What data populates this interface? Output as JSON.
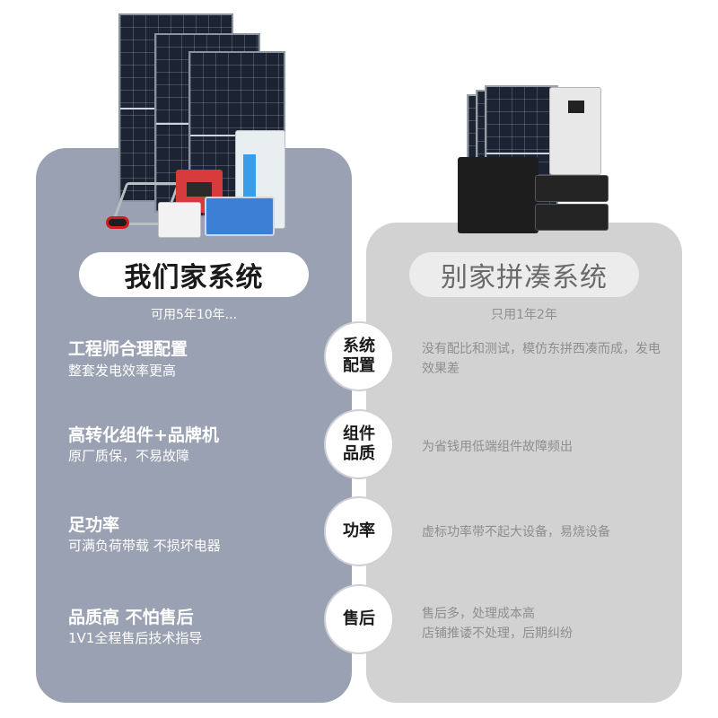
{
  "left": {
    "title": "我们家系统",
    "subtitle": "可用5年10年...",
    "features": [
      {
        "title": "工程师合理配置",
        "desc": "整套发电效率更高"
      },
      {
        "title": "高转化组件+品牌机",
        "desc": "原厂质保，不易故障"
      },
      {
        "title": "足功率",
        "desc": "可满负荷带载 不损坏电器"
      },
      {
        "title": "品质高 不怕售后",
        "desc": "1V1全程售后技术指导"
      }
    ]
  },
  "right": {
    "title": "别家拼凑系统",
    "subtitle": "只用1年2年",
    "features": [
      {
        "text": "没有配比和测试，模仿东拼西凑而成，发电效果差"
      },
      {
        "text": "为省钱用低端组件故障频出"
      },
      {
        "text": "虚标功率带不起大设备，易烧设备"
      },
      {
        "text": "售后多，处理成本高\n店铺推诿不处理，后期纠纷"
      }
    ]
  },
  "categories": [
    "系统配置",
    "组件品质",
    "功率",
    "售后"
  ],
  "colors": {
    "left_panel": "#9aa1b2",
    "right_panel": "#d2d2d2",
    "accent": "#ffffff"
  }
}
